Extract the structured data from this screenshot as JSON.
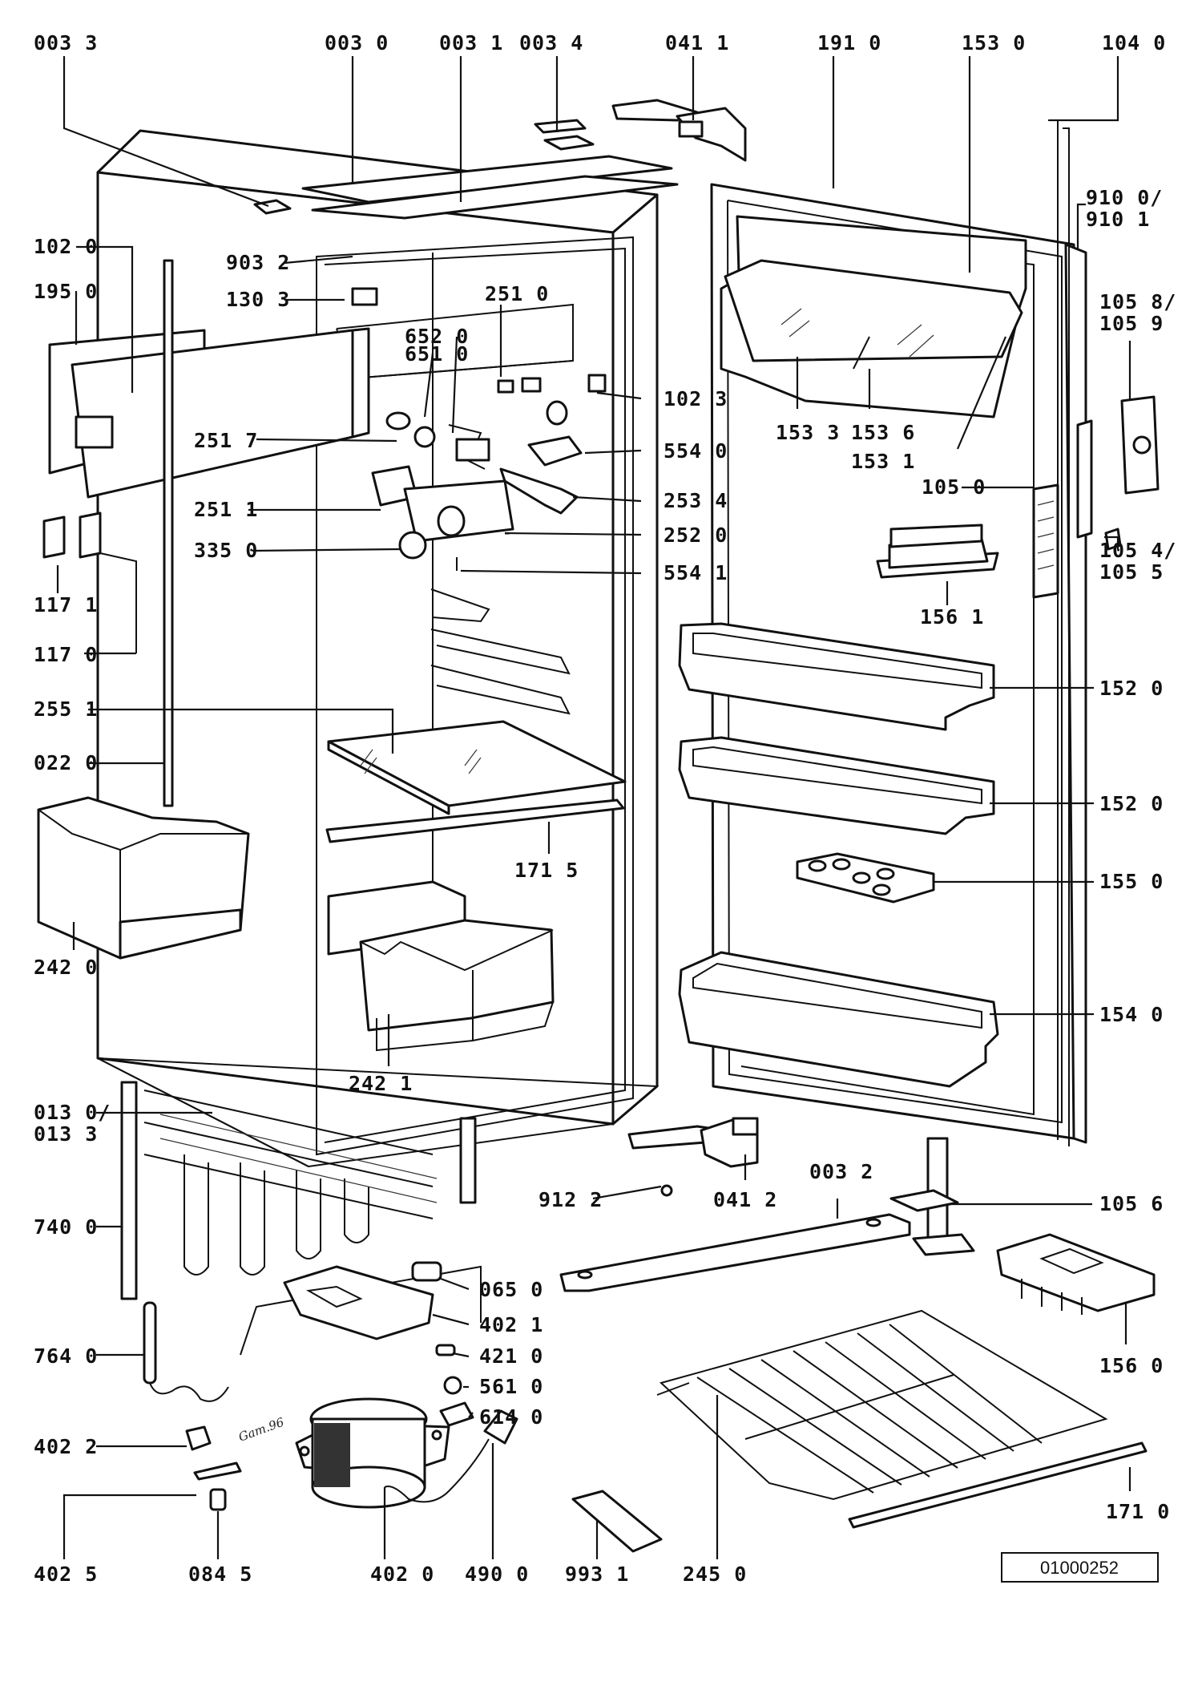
{
  "diagram": {
    "reference_number": "01000252",
    "artist_mark": "Gam.96",
    "labels": {
      "l0033": "003 3",
      "l0030": "003 0",
      "l0031": "003 1",
      "l0034": "003 4",
      "l0411a": "041 1",
      "l1910": "191 0",
      "l1530": "153 0",
      "l1040": "104 0",
      "l9100": "910 0/",
      "l9101": "910 1",
      "l1020": "102 0",
      "l9032": "903 2",
      "l1950": "195 0",
      "l1303": "130 3",
      "l2510": "251 0",
      "l6520": "652 0",
      "l6510": "651 0",
      "l1058": "105 8/",
      "l1059": "105 9",
      "l1023": "102 3",
      "l1533": "153 3",
      "l1536": "153 6",
      "l1531": "153 1",
      "l2517": "251 7",
      "l5540": "554 0",
      "l1050": "105 0",
      "l2511": "251 1",
      "l2534": "253 4",
      "l2520": "252 0",
      "l3350": "335 0",
      "l5541": "554 1",
      "l1054": "105 4/",
      "l1055": "105 5",
      "l1171": "117 1",
      "l1561": "156 1",
      "l1170": "117 0",
      "l2551": "255 1",
      "l1520a": "152 0",
      "l0220": "022 0",
      "l1520b": "152 0",
      "l1715": "171 5",
      "l1550": "155 0",
      "l2420": "242 0",
      "l1540": "154 0",
      "l2421": "242 1",
      "l0130": "013 0/",
      "l0133": "013 3",
      "l0032": "003 2",
      "l9122": "912 2",
      "l0412": "041 2",
      "l1056": "105 6",
      "l7400": "740 0",
      "l0650": "065 0",
      "l4021": "402 1",
      "l1560": "156 0",
      "l7640": "764 0",
      "l4210": "421 0",
      "l5610": "561 0",
      "l6140": "614 0",
      "l4022": "402 2",
      "l1710": "171 0",
      "l4025": "402 5",
      "l0845": "084 5",
      "l4020": "402 0",
      "l4900": "490 0",
      "l9931": "993 1",
      "l2450": "245 0"
    }
  }
}
